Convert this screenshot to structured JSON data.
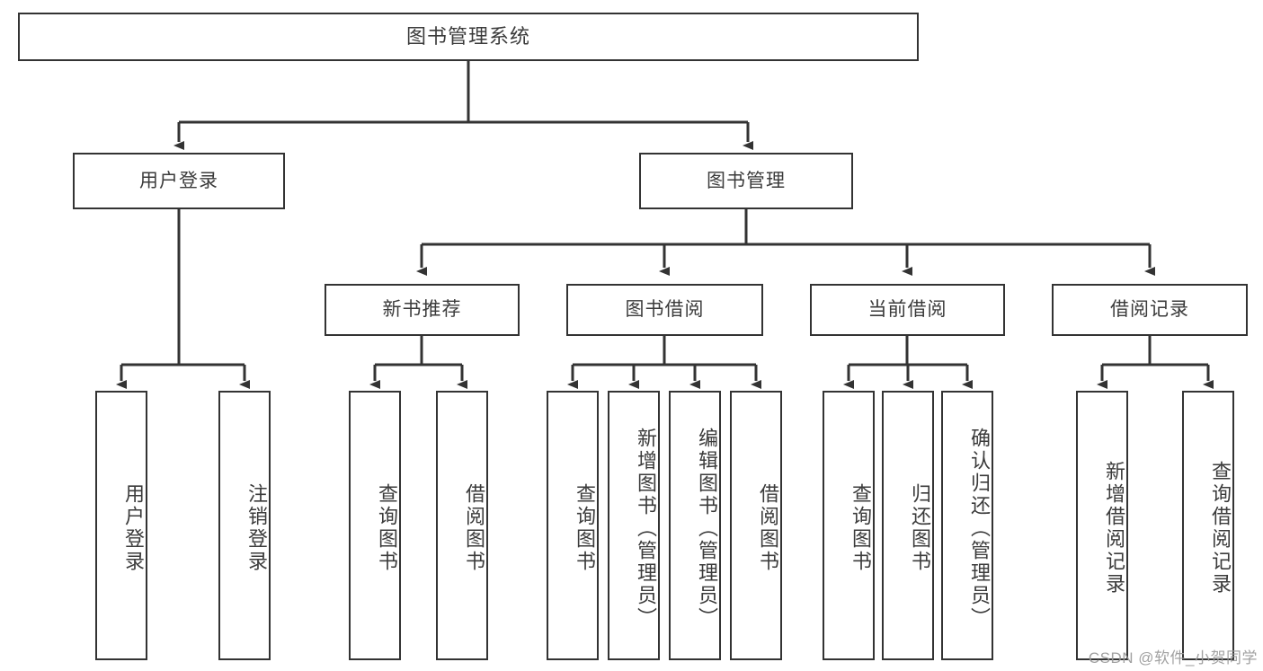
{
  "diagram": {
    "title": "图书管理系统",
    "type": "tree-structure-chart",
    "stroke_color": "#333333",
    "text_color": "#3b3b3b",
    "background_color": "#ffffff"
  },
  "nodes": {
    "root": {
      "label": "图书管理系统"
    },
    "level2": [
      {
        "id": "user-login",
        "label": "用户登录"
      },
      {
        "id": "book-management",
        "label": "图书管理"
      }
    ],
    "level3": [
      {
        "id": "new-book-recommend",
        "label": "新书推荐"
      },
      {
        "id": "book-borrow",
        "label": "图书借阅"
      },
      {
        "id": "current-borrow",
        "label": "当前借阅"
      },
      {
        "id": "borrow-record",
        "label": "借阅记录"
      }
    ],
    "leaves": {
      "user_login": [
        {
          "id": "leaf-user-login",
          "label": "用户登录"
        },
        {
          "id": "leaf-logout-login",
          "label": "注销登录"
        }
      ],
      "new_book_recommend": [
        {
          "id": "leaf-query-book-1",
          "label": "查询图书"
        },
        {
          "id": "leaf-borrow-book-1",
          "label": "借阅图书"
        }
      ],
      "book_borrow": [
        {
          "id": "leaf-query-book-2",
          "label": "查询图书"
        },
        {
          "id": "leaf-add-book",
          "label": "新增图书（管理员）"
        },
        {
          "id": "leaf-edit-book",
          "label": "编辑图书（管理员）"
        },
        {
          "id": "leaf-borrow-book-2",
          "label": "借阅图书"
        }
      ],
      "current_borrow": [
        {
          "id": "leaf-query-book-3",
          "label": "查询图书"
        },
        {
          "id": "leaf-return-book",
          "label": "归还图书"
        },
        {
          "id": "leaf-confirm-return",
          "label": "确认归还（管理员）"
        }
      ],
      "borrow_record": [
        {
          "id": "leaf-add-record",
          "label": "新增借阅记录"
        },
        {
          "id": "leaf-query-record",
          "label": "查询借阅记录"
        }
      ]
    }
  },
  "watermark": {
    "text": "CSDN @软件_小贺同学"
  }
}
